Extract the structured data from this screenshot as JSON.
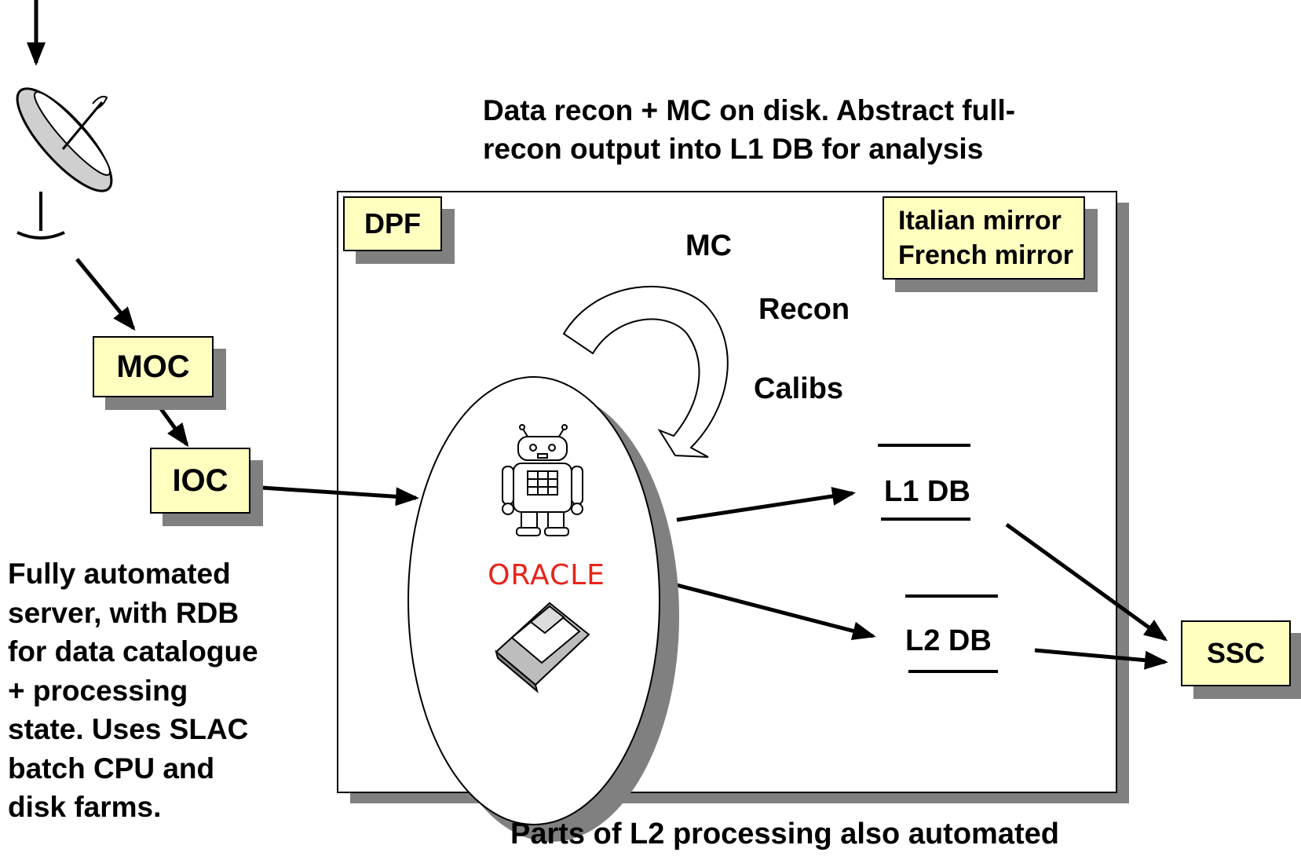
{
  "top_note": "Data recon + MC on disk. Abstract full-\nrecon output into L1 DB for analysis",
  "left_note": "Fully automated\nserver, with RDB\nfor data catalogue\n+ processing\nstate. Uses SLAC\nbatch CPU and\ndisk farms.",
  "bottom_note": "Parts of L2 processing also automated",
  "nodes": {
    "moc": "MOC",
    "ioc": "IOC",
    "dpf": "DPF",
    "mirrors": "Italian mirror\nFrench mirror",
    "ssc": "SSC"
  },
  "loop_labels": {
    "mc": "MC",
    "recon": "Recon",
    "calibs": "Calibs"
  },
  "stores": {
    "l1": "L1 DB",
    "l2": "L2 DB"
  },
  "logos": {
    "oracle": "ORACLE"
  },
  "icons": [
    "satellite-dish-icon",
    "robot-icon",
    "floppy-disk-icon",
    "oracle-logo"
  ]
}
